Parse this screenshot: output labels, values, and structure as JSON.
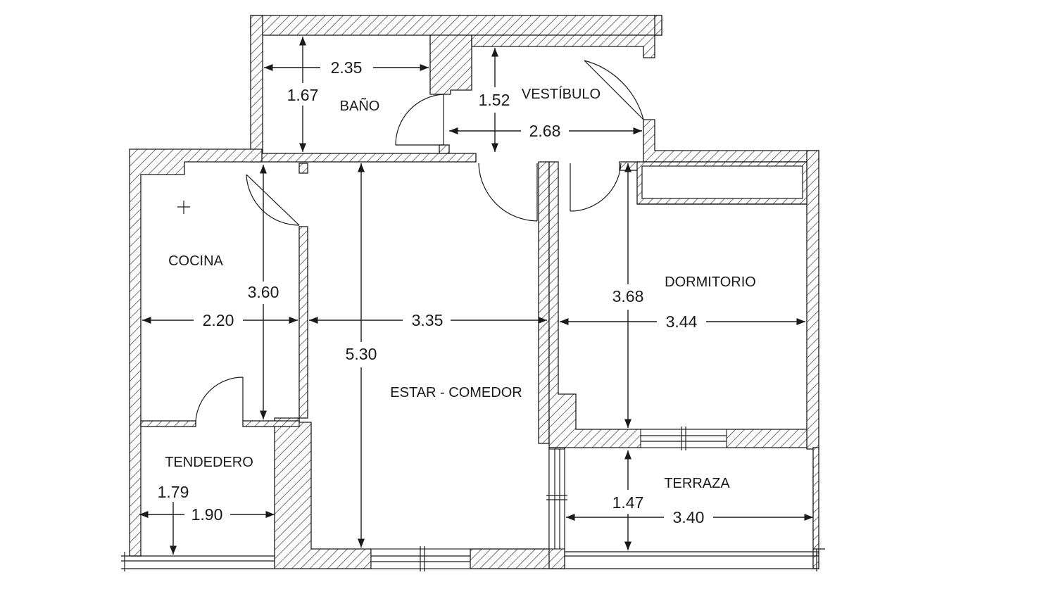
{
  "rooms": {
    "bano": "BAÑO",
    "vestibulo": "VESTÍBULO",
    "cocina": "COCINA",
    "dormitorio": "DORMITORIO",
    "estar_comedor": "ESTAR - COMEDOR",
    "tendedero": "TENDEDERO",
    "terraza": "TERRAZA"
  },
  "dimensions": {
    "bano_width": "2.35",
    "bano_height": "1.67",
    "vestibulo_height": "1.52",
    "vestibulo_width": "2.68",
    "cocina_height": "3.60",
    "cocina_width": "2.20",
    "estar_width": "3.35",
    "estar_height": "5.30",
    "dormitorio_height": "3.68",
    "dormitorio_width": "3.44",
    "tendedero_height": "1.79",
    "tendedero_width": "1.90",
    "terraza_height": "1.47",
    "terraza_width": "3.40"
  }
}
